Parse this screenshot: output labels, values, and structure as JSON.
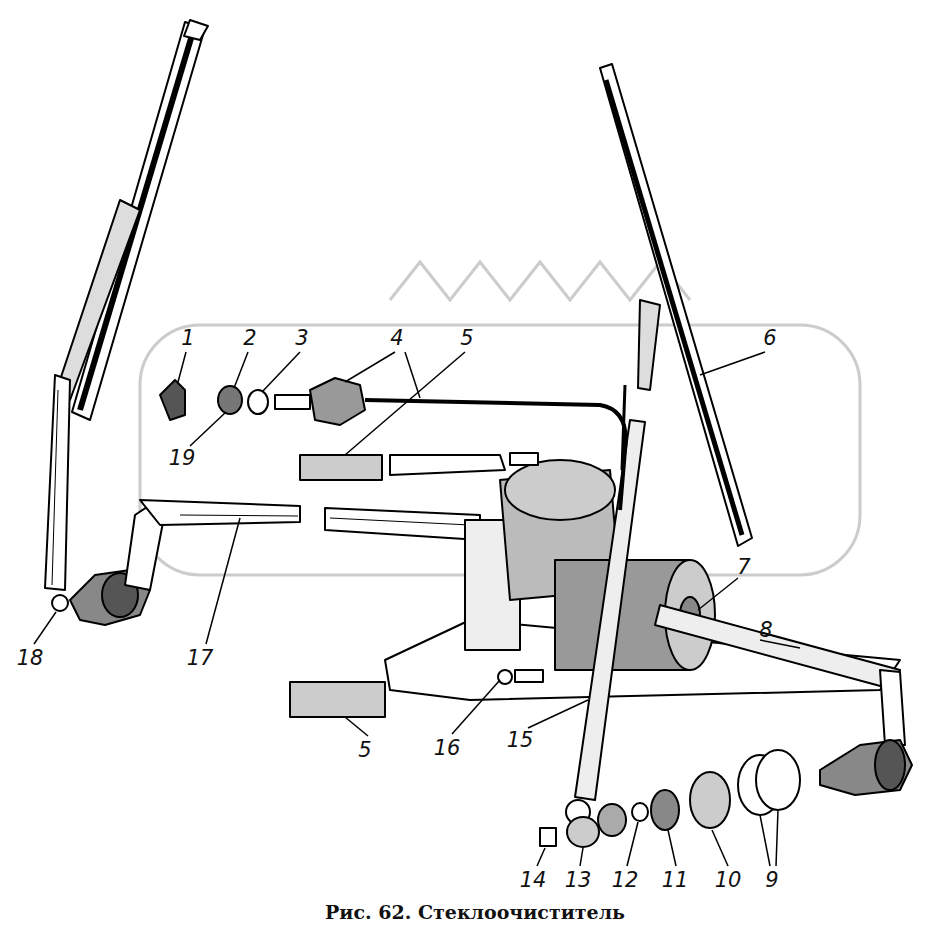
{
  "diagram": {
    "caption": "Рис. 62. Стеклоочиститель",
    "labels": [
      "1",
      "2",
      "3",
      "4",
      "5",
      "6",
      "19",
      "7",
      "8",
      "18",
      "17",
      "16",
      "15",
      "5",
      "14",
      "13",
      "12",
      "11",
      "10",
      "9"
    ]
  }
}
